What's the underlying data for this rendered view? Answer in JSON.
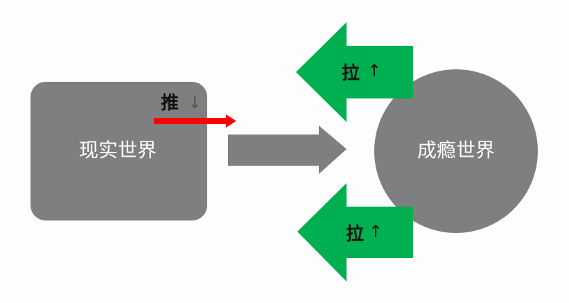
{
  "real_world": {
    "label": "现实世界"
  },
  "addiction_world": {
    "label": "成瘾世界"
  },
  "push": {
    "label": "推",
    "arrow_glyph": "↓"
  },
  "pull_top": {
    "label": "拉",
    "arrow_glyph": "↑"
  },
  "pull_bottom": {
    "label": "拉",
    "arrow_glyph": "↑"
  },
  "colors": {
    "shape_gray": "#7f7e80",
    "pull_green": "#00b050",
    "push_red": "#ff0000",
    "background": "#fdfdfd"
  }
}
